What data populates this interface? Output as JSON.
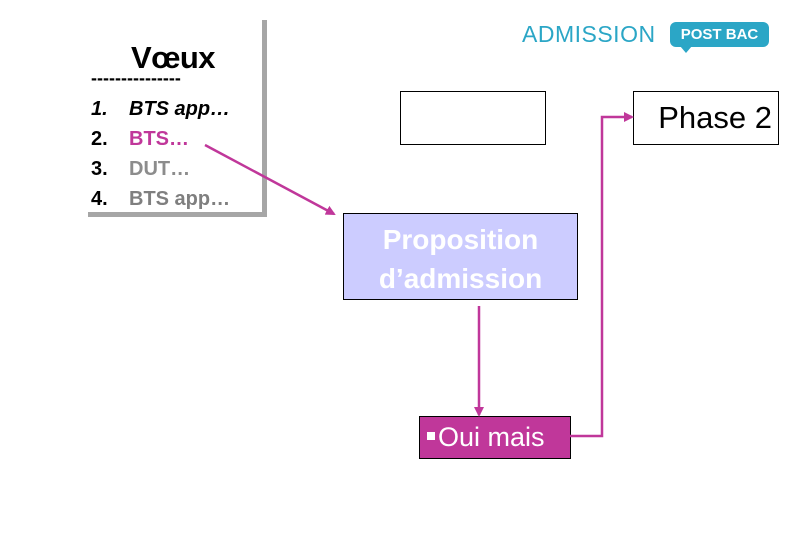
{
  "voeux": {
    "title": "Vœux",
    "separator": "---------------",
    "items": [
      {
        "num": "1.",
        "label": "BTS app…"
      },
      {
        "num": "2.",
        "label": "BTS…"
      },
      {
        "num": "3.",
        "label": "DUT…"
      },
      {
        "num": "4.",
        "label": "BTS app…"
      }
    ]
  },
  "logo": {
    "admission": "ADMISSION",
    "post_bac": "POST BAC"
  },
  "diagram": {
    "phase2": "Phase 2",
    "proposition_line1": "Proposition",
    "proposition_line2": "d’admission",
    "oui_mais": "Oui mais"
  },
  "colors": {
    "connector": "#c0379a",
    "proposition_fill": "#ccccff",
    "oui_mais_fill": "#c0379a",
    "logo_blue": "#2ba6c6",
    "panel_shadow": "#a6a6a6"
  }
}
